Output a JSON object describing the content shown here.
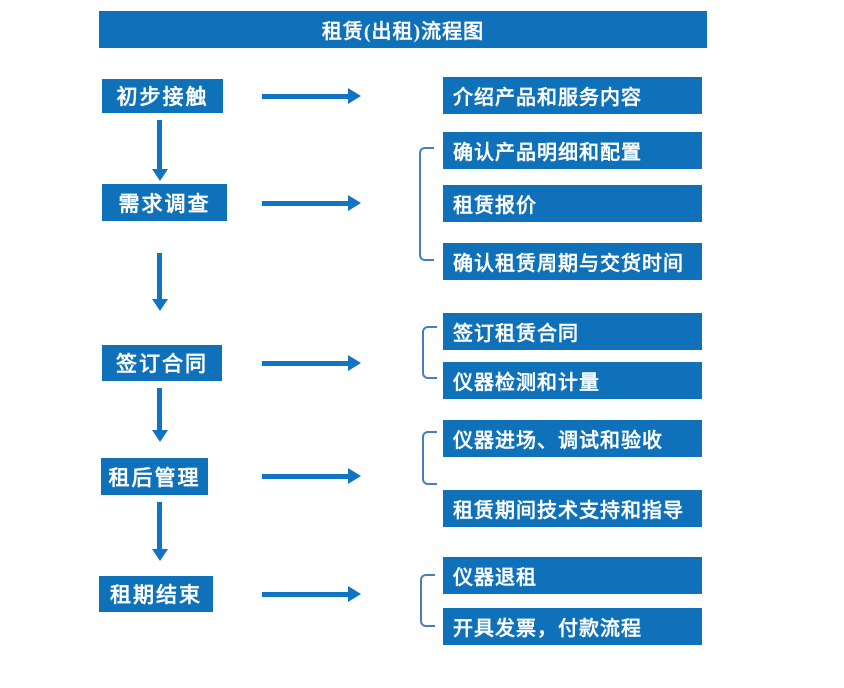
{
  "title": "租赁(出租)流程图",
  "stages": [
    {
      "label": "初步接触",
      "details": [
        "介绍产品和服务内容"
      ]
    },
    {
      "label": "需求调查",
      "details": [
        "确认产品明细和配置",
        "租赁报价",
        "确认租赁周期与交货时间"
      ]
    },
    {
      "label": "签订合同",
      "details": [
        "签订租赁合同",
        "仪器检测和计量"
      ]
    },
    {
      "label": "租后管理",
      "details": [
        "仪器进场、调试和验收",
        "租赁期间技术支持和指导"
      ]
    },
    {
      "label": "租期结束",
      "details": [
        "仪器退租",
        "开具发票，付款流程"
      ]
    }
  ],
  "colors": {
    "box_fill": "#0e71ba",
    "arrow": "#1173c4",
    "bracket": "#4a7ebb",
    "box_text": "#ffffff",
    "background": "#ffffff"
  }
}
